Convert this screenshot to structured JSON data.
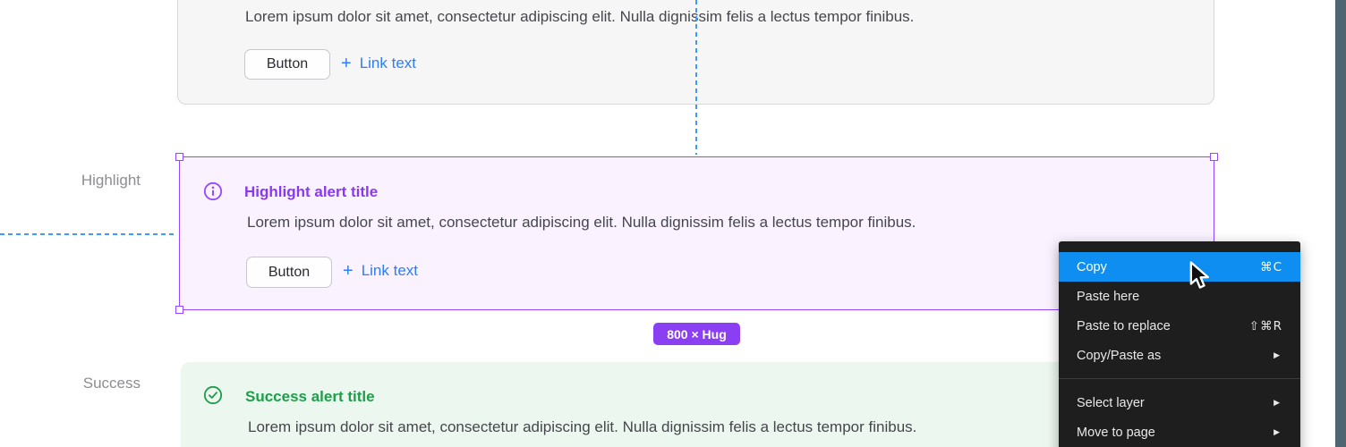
{
  "colors": {
    "accent_purple": "#9747ff",
    "title_purple": "#8a38f6",
    "highlight_bg": "#faf2fe",
    "success_green": "#1d9e4a",
    "success_bg": "#ecf7ef",
    "link_blue": "#2e7df6",
    "menu_bg": "#1e1e1e",
    "menu_highlight": "#0d8ef0",
    "menu_text": "#e8e8e8",
    "side_bar": "#4d6671",
    "badge_purple": "#8b3ff2",
    "guide_blue": "#3e9cf6",
    "label_gray": "#8d8d92",
    "body_text": "#46464d",
    "card_border": "#d8d8da",
    "card_bg": "#f6f6f7"
  },
  "side_labels": {
    "highlight": "Highlight",
    "success": "Success"
  },
  "top_card": {
    "body": "Lorem ipsum dolor sit amet, consectetur adipiscing elit. Nulla dignissim felis a lectus tempor finibus.",
    "button_label": "Button",
    "plus": "+",
    "link_label": "Link text"
  },
  "highlight_alert": {
    "title": "Highlight alert title",
    "body": "Lorem ipsum dolor sit amet, consectetur adipiscing elit. Nulla dignissim felis a lectus tempor finibus.",
    "button_label": "Button",
    "plus": "+",
    "link_label": "Link text"
  },
  "success_alert": {
    "title": "Success alert title",
    "body": "Lorem ipsum dolor sit amet, consectetur adipiscing elit. Nulla dignissim felis a lectus tempor finibus."
  },
  "size_badge": {
    "text": "800 × Hug"
  },
  "context_menu": {
    "items": [
      {
        "label": "Copy",
        "trailing": "⌘C",
        "highlighted": true
      },
      {
        "label": "Paste here",
        "trailing": ""
      },
      {
        "label": "Paste to replace",
        "trailing": "⇧⌘R"
      },
      {
        "label": "Copy/Paste as",
        "trailing": "▶"
      },
      {
        "label": "Select layer",
        "trailing": "▶"
      },
      {
        "label": "Move to page",
        "trailing": "▶"
      }
    ]
  }
}
